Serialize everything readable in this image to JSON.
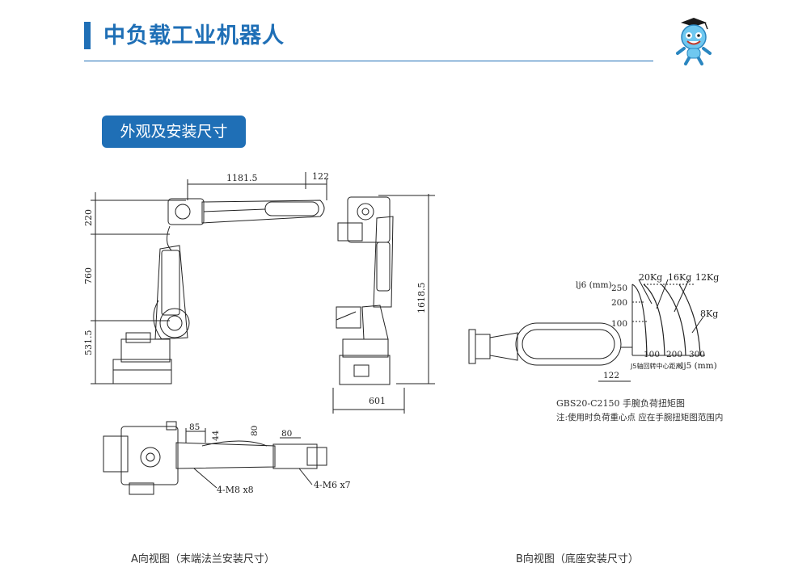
{
  "header": {
    "title": "中负载工业机器人"
  },
  "section": {
    "label": "外观及安装尺寸"
  },
  "side_view": {
    "top_dims": [
      "1181.5",
      "122"
    ],
    "left_dims": [
      "220",
      "760",
      "531.5"
    ]
  },
  "front_view": {
    "height_dim": "1618.5",
    "width_dim": "601"
  },
  "flange_view": {
    "dims": [
      "85",
      "44",
      "80",
      "80"
    ],
    "bolt_notes": [
      "4-M8 x8",
      "4-M6 x7"
    ]
  },
  "torque_chart": {
    "y_axis_label": "lj6 (mm)",
    "x_axis_label": "lj5 (mm)",
    "y_ticks": [
      "250",
      "200",
      "100"
    ],
    "x_ticks": [
      "100",
      "200",
      "300"
    ],
    "curve_labels": [
      "20Kg",
      "16Kg",
      "12Kg",
      "8Kg"
    ],
    "offset_dim": "122",
    "axis_note": "J5轴回转中心距离",
    "title": "GBS20-C2150 手腕负荷扭矩图",
    "note": "注:使用时负荷重心点  应在手腕扭矩图范围内"
  },
  "captions": {
    "a": "A向视图（末端法兰安装尺寸）",
    "b": "B向视图（底座安装尺寸）"
  }
}
